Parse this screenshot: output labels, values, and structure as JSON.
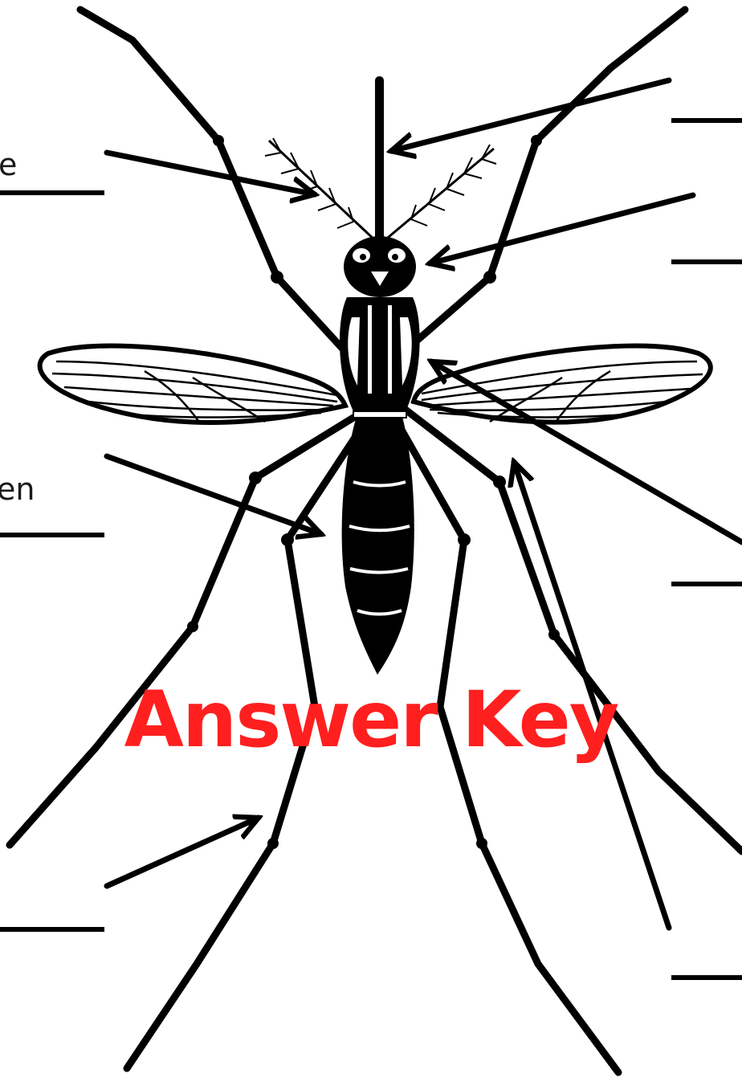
{
  "title": "Answer Key",
  "title_color": "#ff1f1f",
  "ink_color": "#000000",
  "labels": {
    "top_left": "e",
    "middle_left": "en"
  },
  "icons": [
    "mosquito-illustration",
    "arrow-icon"
  ]
}
